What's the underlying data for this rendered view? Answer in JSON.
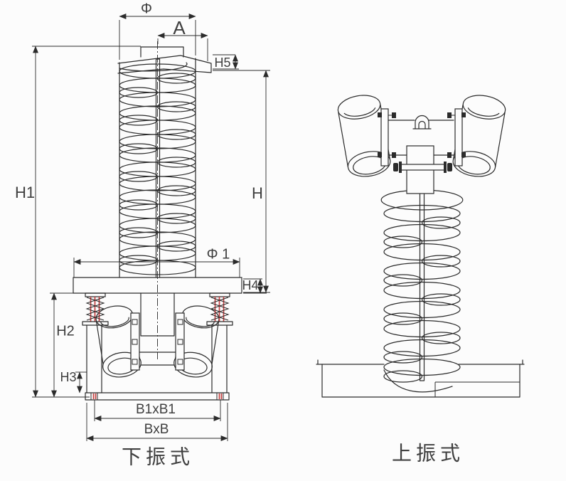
{
  "drawing": {
    "type": "technical-drawing",
    "subject": "vertical vibrating spiral elevator - two mounting configurations",
    "left_view": {
      "caption": "下振式",
      "dims": {
        "phi": "Φ",
        "a": "A",
        "h5": "H5",
        "h1": "H1",
        "h": "H",
        "phi1": "Φ 1",
        "h4": "H4",
        "h2": "H2",
        "h3": "H3",
        "b1xb1": "B1xB1",
        "bxb": "BxB"
      }
    },
    "right_view": {
      "caption": "上振式"
    },
    "colors": {
      "line": "#2b2b2b",
      "spring_red": "#c54141",
      "text": "#3f3f3f",
      "background": "#fcfcfc"
    }
  }
}
